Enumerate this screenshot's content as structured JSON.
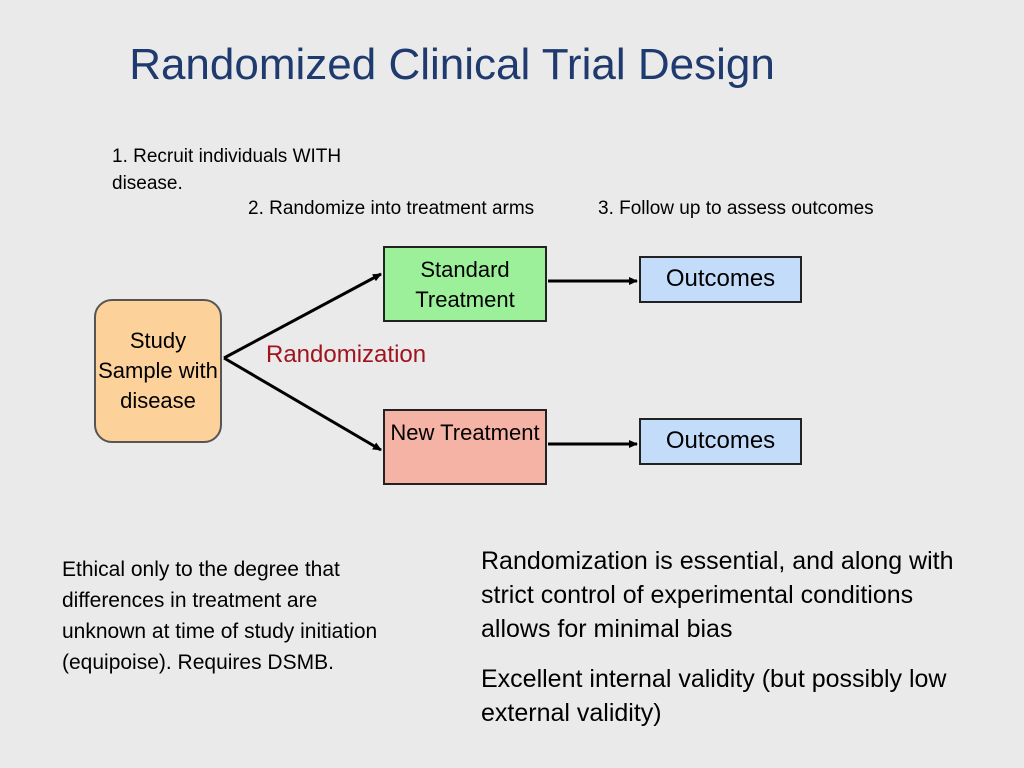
{
  "title": "Randomized Clinical Trial Design",
  "steps": {
    "recruit": "1. Recruit individuals WITH disease.",
    "randomize": "2. Randomize into treatment arms",
    "follow_up": "3. Follow up to assess outcomes"
  },
  "boxes": {
    "study_sample": "Study Sample with disease",
    "standard_treatment": "Standard Treatment",
    "new_treatment": "New Treatment",
    "outcomes_standard": "Outcomes",
    "outcomes_new": "Outcomes"
  },
  "randomization_label": "Randomization",
  "notes": {
    "ethics": "Ethical only to the degree that differences in treatment are unknown at time of study initiation (equipoise). Requires DSMB.",
    "bias": "Randomization is essential, and along with strict control of experimental conditions allows for minimal bias",
    "validity": "Excellent internal validity (but possibly low external validity)"
  },
  "colors": {
    "title": "#1f3a6e",
    "sample_fill": "#fdd19a",
    "standard_fill": "#9df09a",
    "new_fill": "#f5b3a6",
    "outcome_fill": "#c3dcfa",
    "randomization_text": "#a0141e"
  }
}
